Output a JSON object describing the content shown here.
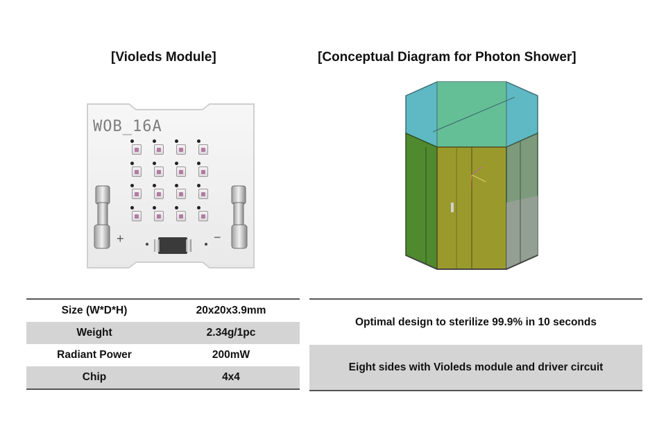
{
  "left": {
    "title": "[Violeds Module]",
    "module_label": "WOB_16A",
    "plus_sign": "+",
    "minus_sign": "−"
  },
  "right": {
    "title": "[Conceptual Diagram for Photon Shower]"
  },
  "specs": [
    {
      "label": "Size (W*D*H)",
      "value": "20x20x3.9mm"
    },
    {
      "label": "Weight",
      "value": "2.34g/1pc"
    },
    {
      "label": "Radiant Power",
      "value": "200mW"
    },
    {
      "label": "Chip",
      "value": "4x4"
    }
  ],
  "features": [
    "Optimal design to sterilize 99.9% in 10 seconds",
    "Eight sides with Violeds module and driver circuit"
  ],
  "colors": {
    "table_shade": "#d4d4d4",
    "module_board": "#f2f2f2",
    "glass_top": "#5fb9c4",
    "glass_green": "#4f8a2e",
    "glass_yellow": "#9a9a2c"
  }
}
